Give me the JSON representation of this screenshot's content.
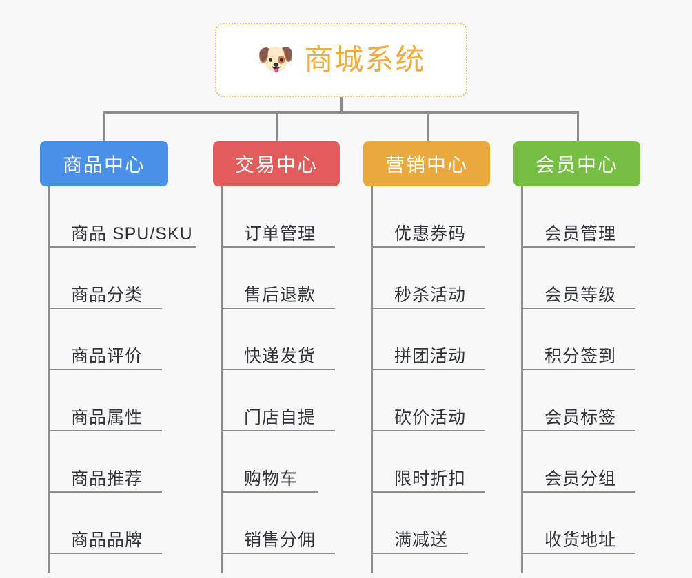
{
  "page": {
    "background_color": "#f8f8f8",
    "line_color": "#8c8c8c",
    "item_text_color": "#30343a"
  },
  "root": {
    "icon": "dog-face-emoji",
    "icon_glyph": "🐶",
    "title": "商城系统",
    "accent_color": "#f0ad3e",
    "border_color": "#f0c060",
    "background_color": "#ffffff"
  },
  "columns": [
    {
      "id": "product-center",
      "title": "商品中心",
      "color": "#4a90e8",
      "items": [
        {
          "label": "商品 SPU/SKU"
        },
        {
          "label": "商品分类"
        },
        {
          "label": "商品评价"
        },
        {
          "label": "商品属性"
        },
        {
          "label": "商品推荐"
        },
        {
          "label": "商品品牌"
        }
      ]
    },
    {
      "id": "trade-center",
      "title": "交易中心",
      "color": "#e25c5c",
      "items": [
        {
          "label": "订单管理"
        },
        {
          "label": "售后退款"
        },
        {
          "label": "快递发货"
        },
        {
          "label": "门店自提"
        },
        {
          "label": "购物车"
        },
        {
          "label": "销售分佣"
        }
      ]
    },
    {
      "id": "marketing-center",
      "title": "营销中心",
      "color": "#eaa93c",
      "items": [
        {
          "label": "优惠券码"
        },
        {
          "label": "秒杀活动"
        },
        {
          "label": "拼团活动"
        },
        {
          "label": "砍价活动"
        },
        {
          "label": "限时折扣"
        },
        {
          "label": "满减送"
        }
      ]
    },
    {
      "id": "member-center",
      "title": "会员中心",
      "color": "#76bf43",
      "items": [
        {
          "label": "会员管理"
        },
        {
          "label": "会员等级"
        },
        {
          "label": "积分签到"
        },
        {
          "label": "会员标签"
        },
        {
          "label": "会员分组"
        },
        {
          "label": "收货地址"
        }
      ]
    }
  ]
}
